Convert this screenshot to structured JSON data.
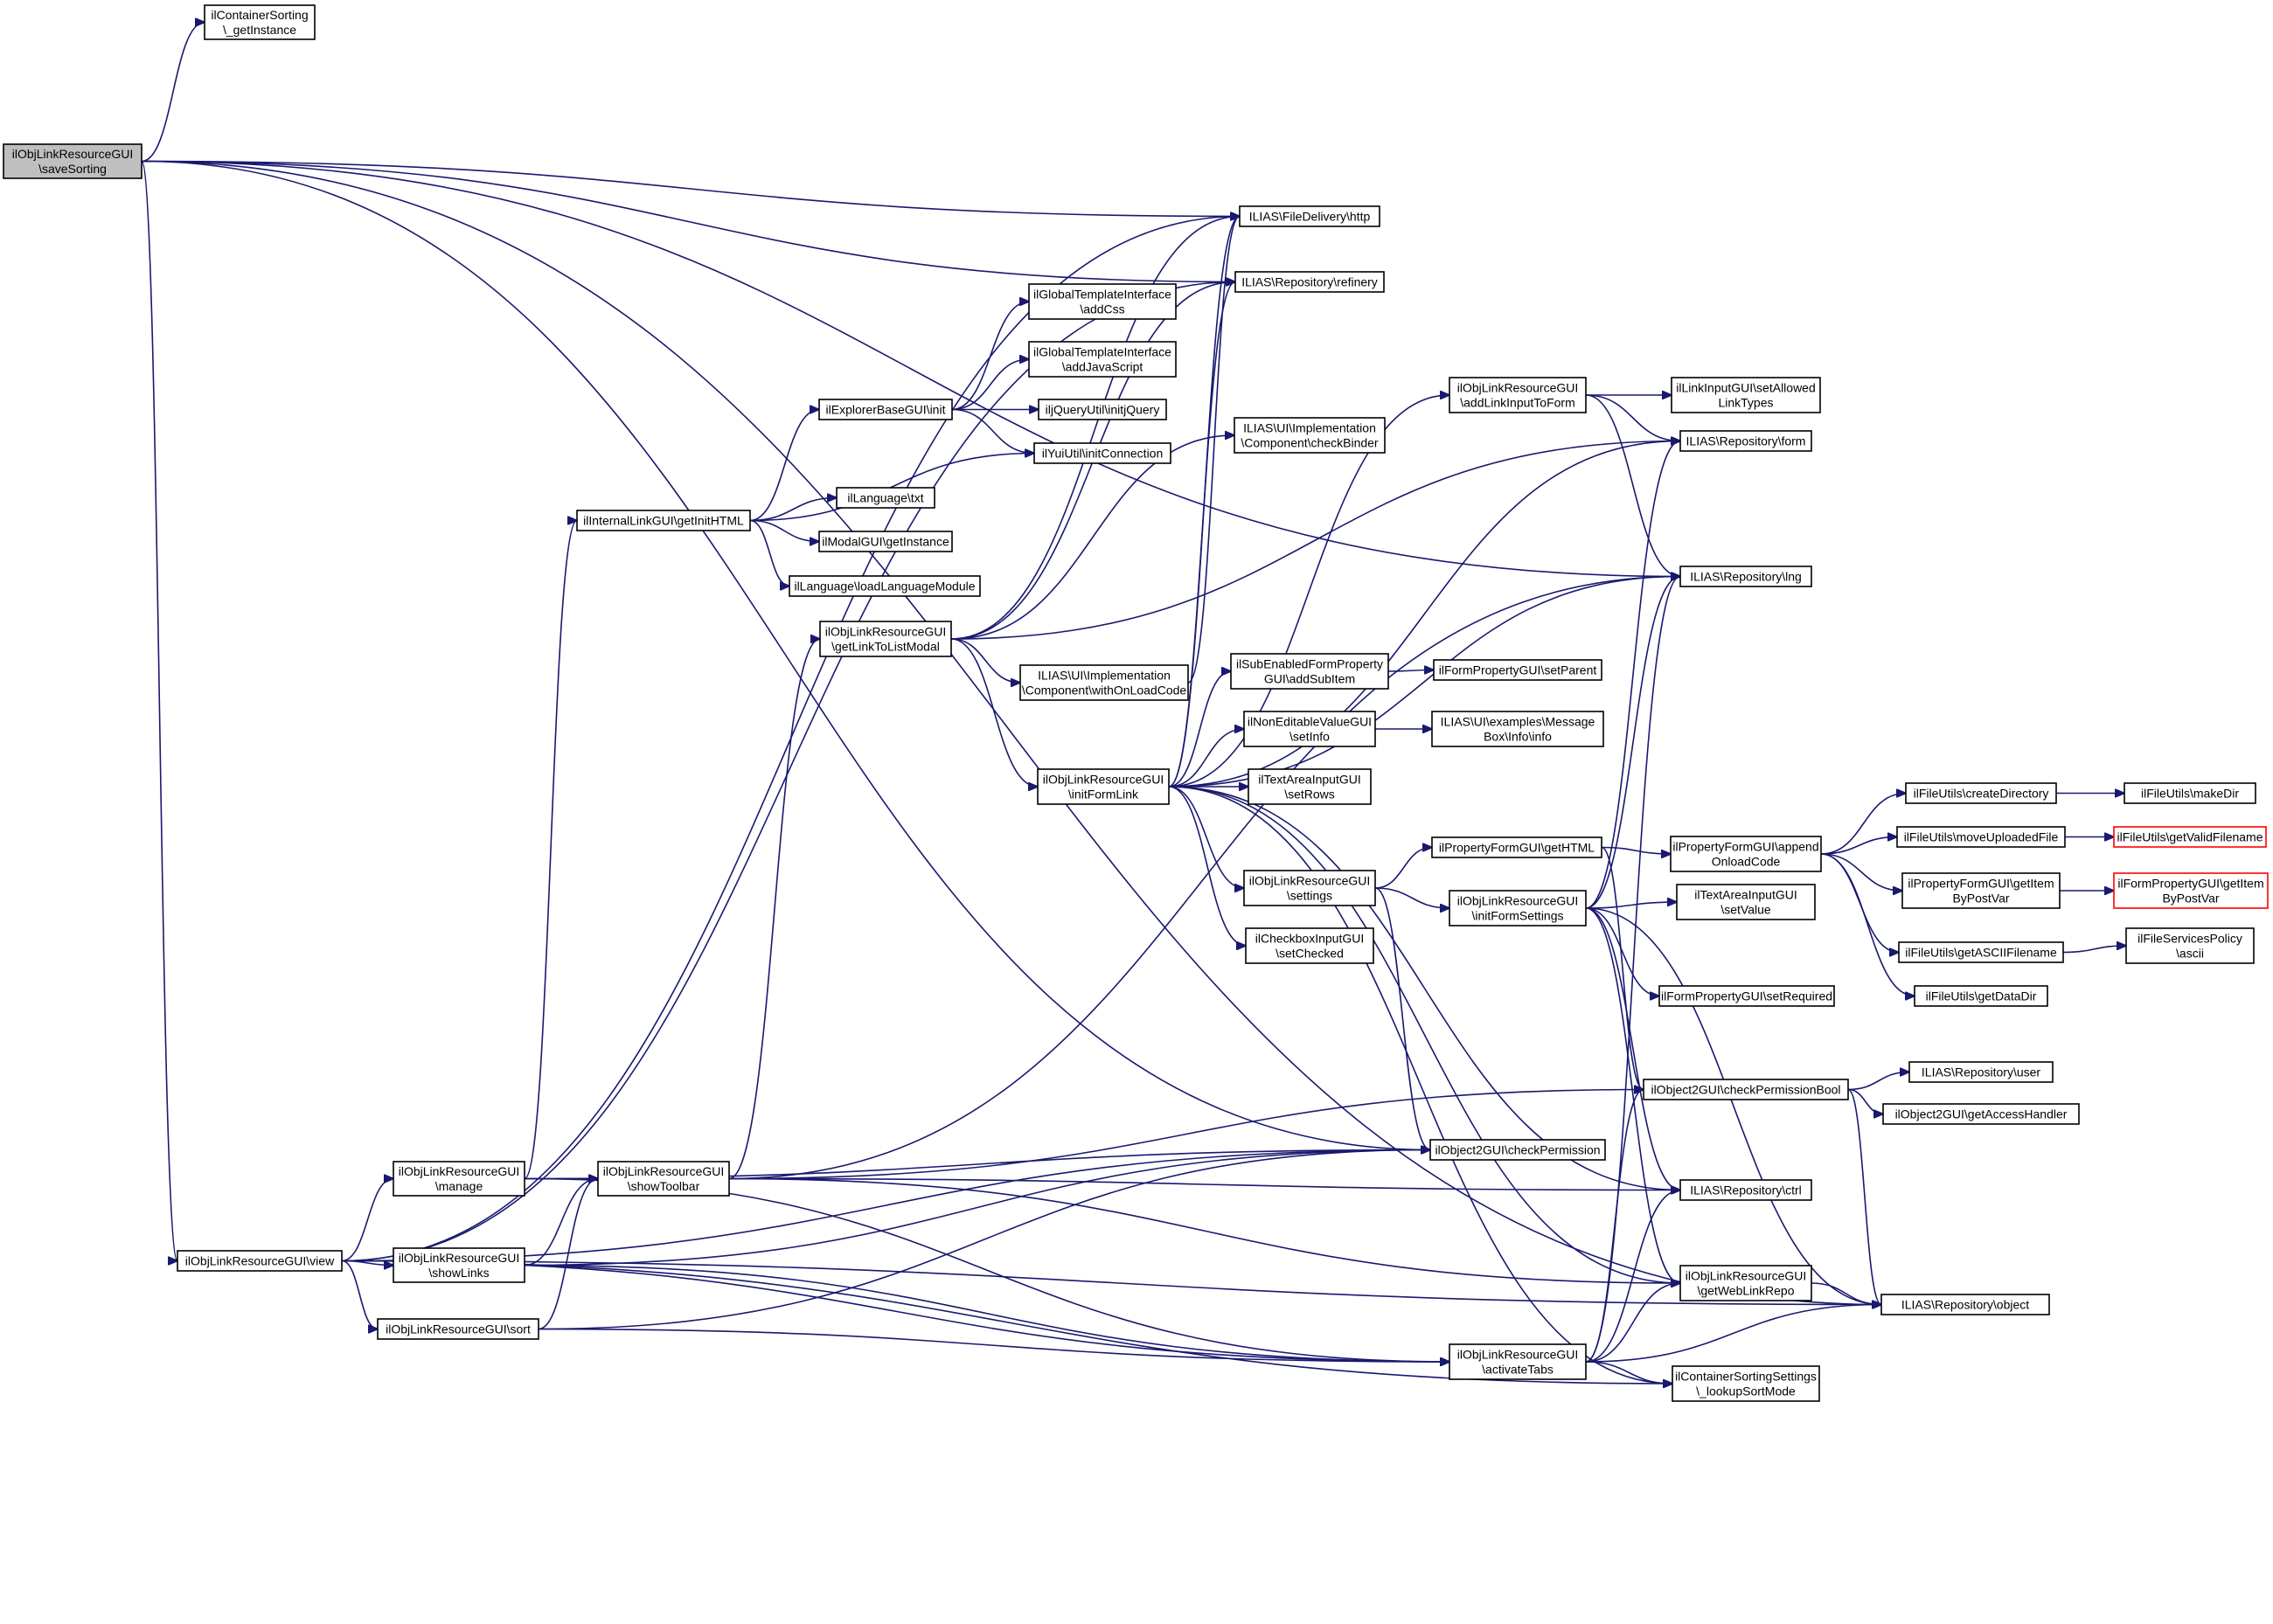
{
  "diagram": {
    "type": "call-graph",
    "colors": {
      "edge": "#191970",
      "node_border": "#000000",
      "root_fill": "#bfbfbf",
      "truncated_border": "#ff0000"
    },
    "nodes": [
      {
        "id": "saveSorting",
        "lines": [
          "ilObjLinkResourceGUI",
          "\\saveSorting"
        ],
        "root": true
      },
      {
        "id": "getInstanceCS",
        "lines": [
          "ilContainerSorting",
          "\\_getInstance"
        ]
      },
      {
        "id": "view",
        "lines": [
          "ilObjLinkResourceGUI\\view"
        ]
      },
      {
        "id": "manage",
        "lines": [
          "ilObjLinkResourceGUI",
          "\\manage"
        ]
      },
      {
        "id": "showLinks",
        "lines": [
          "ilObjLinkResourceGUI",
          "\\showLinks"
        ]
      },
      {
        "id": "sort",
        "lines": [
          "ilObjLinkResourceGUI\\sort"
        ]
      },
      {
        "id": "getInitHTML",
        "lines": [
          "ilInternalLinkGUI\\getInitHTML"
        ]
      },
      {
        "id": "showToolbar",
        "lines": [
          "ilObjLinkResourceGUI",
          "\\showToolbar"
        ]
      },
      {
        "id": "explorerInit",
        "lines": [
          "ilExplorerBaseGUI\\init"
        ]
      },
      {
        "id": "langTxt",
        "lines": [
          "ilLanguage\\txt"
        ]
      },
      {
        "id": "modalGetInstance",
        "lines": [
          "ilModalGUI\\getInstance"
        ]
      },
      {
        "id": "loadLangModule",
        "lines": [
          "ilLanguage\\loadLanguageModule"
        ]
      },
      {
        "id": "getLinkToListModal",
        "lines": [
          "ilObjLinkResourceGUI",
          "\\getLinkToListModal"
        ]
      },
      {
        "id": "addCss",
        "lines": [
          "ilGlobalTemplateInterface",
          "\\addCss"
        ]
      },
      {
        "id": "addJavaScript",
        "lines": [
          "ilGlobalTemplateInterface",
          "\\addJavaScript"
        ]
      },
      {
        "id": "initjQuery",
        "lines": [
          "iljQueryUtil\\initjQuery"
        ]
      },
      {
        "id": "initConnection",
        "lines": [
          "ilYuiUtil\\initConnection"
        ]
      },
      {
        "id": "withOnLoadCode",
        "lines": [
          "ILIAS\\UI\\Implementation",
          "\\Component\\withOnLoadCode"
        ]
      },
      {
        "id": "initFormLink",
        "lines": [
          "ilObjLinkResourceGUI",
          "\\initFormLink"
        ]
      },
      {
        "id": "http",
        "lines": [
          "ILIAS\\FileDelivery\\http"
        ]
      },
      {
        "id": "refinery",
        "lines": [
          "ILIAS\\Repository\\refinery"
        ]
      },
      {
        "id": "checkBinder",
        "lines": [
          "ILIAS\\UI\\Implementation",
          "\\Component\\checkBinder"
        ]
      },
      {
        "id": "addSubItem",
        "lines": [
          "ilSubEnabledFormProperty",
          "GUI\\addSubItem"
        ]
      },
      {
        "id": "setInfo",
        "lines": [
          "ilNonEditableValueGUI",
          "\\setInfo"
        ]
      },
      {
        "id": "setRows",
        "lines": [
          "ilTextAreaInputGUI",
          "\\setRows"
        ]
      },
      {
        "id": "settings",
        "lines": [
          "ilObjLinkResourceGUI",
          "\\settings"
        ]
      },
      {
        "id": "setChecked",
        "lines": [
          "ilCheckboxInputGUI",
          "\\setChecked"
        ]
      },
      {
        "id": "addLinkInputToForm",
        "lines": [
          "ilObjLinkResourceGUI",
          "\\addLinkInputToForm"
        ]
      },
      {
        "id": "setParent",
        "lines": [
          "ilFormPropertyGUI\\setParent"
        ]
      },
      {
        "id": "msgInfo",
        "lines": [
          "ILIAS\\UI\\examples\\Message",
          "Box\\Info\\info"
        ]
      },
      {
        "id": "getHTML",
        "lines": [
          "ilPropertyFormGUI\\getHTML"
        ]
      },
      {
        "id": "initFormSettings",
        "lines": [
          "ilObjLinkResourceGUI",
          "\\initFormSettings"
        ]
      },
      {
        "id": "checkPermission",
        "lines": [
          "ilObject2GUI\\checkPermission"
        ]
      },
      {
        "id": "activateTabs",
        "lines": [
          "ilObjLinkResourceGUI",
          "\\activateTabs"
        ]
      },
      {
        "id": "setAllowedLinkTypes",
        "lines": [
          "ilLinkInputGUI\\setAllowed",
          "LinkTypes"
        ]
      },
      {
        "id": "form",
        "lines": [
          "ILIAS\\Repository\\form"
        ]
      },
      {
        "id": "lng",
        "lines": [
          "ILIAS\\Repository\\lng"
        ]
      },
      {
        "id": "appendOnloadCode",
        "lines": [
          "ilPropertyFormGUI\\append",
          "OnloadCode"
        ]
      },
      {
        "id": "setValue",
        "lines": [
          "ilTextAreaInputGUI",
          "\\setValue"
        ]
      },
      {
        "id": "setRequired",
        "lines": [
          "ilFormPropertyGUI\\setRequired"
        ]
      },
      {
        "id": "checkPermissionBool",
        "lines": [
          "ilObject2GUI\\checkPermissionBool"
        ]
      },
      {
        "id": "ctrl",
        "lines": [
          "ILIAS\\Repository\\ctrl"
        ]
      },
      {
        "id": "getWebLinkRepo",
        "lines": [
          "ilObjLinkResourceGUI",
          "\\getWebLinkRepo"
        ]
      },
      {
        "id": "lookupSortMode",
        "lines": [
          "ilContainerSortingSettings",
          "\\_lookupSortMode"
        ]
      },
      {
        "id": "createDirectory",
        "lines": [
          "ilFileUtils\\createDirectory"
        ]
      },
      {
        "id": "moveUploadedFile",
        "lines": [
          "ilFileUtils\\moveUploadedFile"
        ]
      },
      {
        "id": "getItemByPostVar",
        "lines": [
          "ilPropertyFormGUI\\getItem",
          "ByPostVar"
        ]
      },
      {
        "id": "getASCIIFilename",
        "lines": [
          "ilFileUtils\\getASCIIFilename"
        ]
      },
      {
        "id": "getDataDir",
        "lines": [
          "ilFileUtils\\getDataDir"
        ]
      },
      {
        "id": "user",
        "lines": [
          "ILIAS\\Repository\\user"
        ]
      },
      {
        "id": "getAccessHandler",
        "lines": [
          "ilObject2GUI\\getAccessHandler"
        ]
      },
      {
        "id": "object",
        "lines": [
          "ILIAS\\Repository\\object"
        ]
      },
      {
        "id": "makeDir",
        "lines": [
          "ilFileUtils\\makeDir"
        ]
      },
      {
        "id": "getValidFilename",
        "lines": [
          "ilFileUtils\\getValidFilename"
        ],
        "truncated": true
      },
      {
        "id": "fpGetItemByPostVar",
        "lines": [
          "ilFormPropertyGUI\\getItem",
          "ByPostVar"
        ],
        "truncated": true
      },
      {
        "id": "ascii",
        "lines": [
          "ilFileServicesPolicy",
          "\\ascii"
        ]
      }
    ],
    "edges": [
      [
        "saveSorting",
        "getInstanceCS"
      ],
      [
        "saveSorting",
        "http"
      ],
      [
        "saveSorting",
        "refinery"
      ],
      [
        "saveSorting",
        "lng"
      ],
      [
        "saveSorting",
        "checkPermission"
      ],
      [
        "saveSorting",
        "view"
      ],
      [
        "saveSorting",
        "object"
      ],
      [
        "view",
        "manage"
      ],
      [
        "view",
        "showLinks"
      ],
      [
        "view",
        "sort"
      ],
      [
        "view",
        "http"
      ],
      [
        "view",
        "refinery"
      ],
      [
        "view",
        "checkPermission"
      ],
      [
        "view",
        "activateTabs"
      ],
      [
        "view",
        "lookupSortMode"
      ],
      [
        "view",
        "object"
      ],
      [
        "manage",
        "getInitHTML"
      ],
      [
        "manage",
        "showToolbar"
      ],
      [
        "manage",
        "checkPermission"
      ],
      [
        "manage",
        "activateTabs"
      ],
      [
        "showLinks",
        "showToolbar"
      ],
      [
        "showLinks",
        "checkPermission"
      ],
      [
        "showLinks",
        "activateTabs"
      ],
      [
        "sort",
        "showToolbar"
      ],
      [
        "sort",
        "checkPermission"
      ],
      [
        "sort",
        "activateTabs"
      ],
      [
        "showToolbar",
        "getLinkToListModal"
      ],
      [
        "showToolbar",
        "ctrl"
      ],
      [
        "showToolbar",
        "getWebLinkRepo"
      ],
      [
        "showToolbar",
        "lng"
      ],
      [
        "showToolbar",
        "checkPermissionBool"
      ],
      [
        "getInitHTML",
        "explorerInit"
      ],
      [
        "getInitHTML",
        "langTxt"
      ],
      [
        "getInitHTML",
        "modalGetInstance"
      ],
      [
        "getInitHTML",
        "loadLangModule"
      ],
      [
        "getInitHTML",
        "initConnection"
      ],
      [
        "explorerInit",
        "addCss"
      ],
      [
        "explorerInit",
        "addJavaScript"
      ],
      [
        "explorerInit",
        "initjQuery"
      ],
      [
        "explorerInit",
        "initConnection"
      ],
      [
        "getLinkToListModal",
        "withOnLoadCode"
      ],
      [
        "getLinkToListModal",
        "initFormLink"
      ],
      [
        "getLinkToListModal",
        "http"
      ],
      [
        "getLinkToListModal",
        "refinery"
      ],
      [
        "getLinkToListModal",
        "checkBinder"
      ],
      [
        "getLinkToListModal",
        "form"
      ],
      [
        "withOnLoadCode",
        "http"
      ],
      [
        "initFormLink",
        "http"
      ],
      [
        "initFormLink",
        "refinery"
      ],
      [
        "initFormLink",
        "addSubItem"
      ],
      [
        "initFormLink",
        "setInfo"
      ],
      [
        "initFormLink",
        "setRows"
      ],
      [
        "initFormLink",
        "settings"
      ],
      [
        "initFormLink",
        "setChecked"
      ],
      [
        "initFormLink",
        "addLinkInputToForm"
      ],
      [
        "initFormLink",
        "lng"
      ],
      [
        "initFormLink",
        "form"
      ],
      [
        "initFormLink",
        "ctrl"
      ],
      [
        "initFormLink",
        "getWebLinkRepo"
      ],
      [
        "initFormLink",
        "lookupSortMode"
      ],
      [
        "addSubItem",
        "setParent"
      ],
      [
        "setInfo",
        "msgInfo"
      ],
      [
        "settings",
        "getHTML"
      ],
      [
        "settings",
        "initFormSettings"
      ],
      [
        "settings",
        "checkPermission"
      ],
      [
        "getHTML",
        "appendOnloadCode"
      ],
      [
        "getHTML",
        "checkPermissionBool"
      ],
      [
        "initFormSettings",
        "setValue"
      ],
      [
        "initFormSettings",
        "setRequired"
      ],
      [
        "initFormSettings",
        "form"
      ],
      [
        "initFormSettings",
        "lng"
      ],
      [
        "initFormSettings",
        "ctrl"
      ],
      [
        "initFormSettings",
        "getWebLinkRepo"
      ],
      [
        "initFormSettings",
        "object"
      ],
      [
        "addLinkInputToForm",
        "setAllowedLinkTypes"
      ],
      [
        "addLinkInputToForm",
        "form"
      ],
      [
        "addLinkInputToForm",
        "lng"
      ],
      [
        "appendOnloadCode",
        "createDirectory"
      ],
      [
        "appendOnloadCode",
        "moveUploadedFile"
      ],
      [
        "appendOnloadCode",
        "getItemByPostVar"
      ],
      [
        "appendOnloadCode",
        "getASCIIFilename"
      ],
      [
        "appendOnloadCode",
        "getDataDir"
      ],
      [
        "createDirectory",
        "makeDir"
      ],
      [
        "moveUploadedFile",
        "getValidFilename"
      ],
      [
        "getItemByPostVar",
        "fpGetItemByPostVar"
      ],
      [
        "getASCIIFilename",
        "ascii"
      ],
      [
        "checkPermissionBool",
        "user"
      ],
      [
        "checkPermissionBool",
        "getAccessHandler"
      ],
      [
        "checkPermissionBool",
        "object"
      ],
      [
        "activateTabs",
        "checkPermissionBool"
      ],
      [
        "activateTabs",
        "ctrl"
      ],
      [
        "activateTabs",
        "getWebLinkRepo"
      ],
      [
        "activateTabs",
        "object"
      ],
      [
        "activateTabs",
        "lookupSortMode"
      ],
      [
        "activateTabs",
        "lng"
      ],
      [
        "getWebLinkRepo",
        "object"
      ]
    ]
  }
}
